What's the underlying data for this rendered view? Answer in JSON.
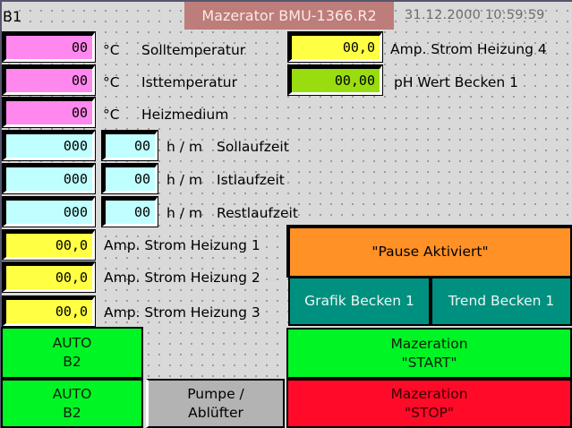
{
  "header": {
    "screen_id": "B1",
    "title": "Mazerator BMU-1366.R2",
    "datetime": "31.12.2000 10:59:59"
  },
  "colors": {
    "title_bg": "#bd7d7a",
    "temperature_field": "#ff88ee",
    "time_field": "#c0ffff",
    "current_field": "#ffff44",
    "ph_field": "#99dd11",
    "pause_button": "#ff9126",
    "nav_button": "#009080",
    "start_button": "#00f525",
    "stop_button": "#ff0a29",
    "pump_button": "#b3b3b3",
    "background": "#d9d9d9"
  },
  "temperatures": [
    {
      "value": "00",
      "unit": "°C",
      "label": "Solltemperatur"
    },
    {
      "value": "00",
      "unit": "°C",
      "label": "Isttemperatur"
    },
    {
      "value": "00",
      "unit": "°C",
      "label": "Heizmedium"
    }
  ],
  "runtimes": [
    {
      "hours": "000",
      "minutes": "00",
      "unit": "h / m",
      "label": "Sollaufzeit"
    },
    {
      "hours": "000",
      "minutes": "00",
      "unit": "h / m",
      "label": "Istlaufzeit"
    },
    {
      "hours": "000",
      "minutes": "00",
      "unit": "h / m",
      "label": "Restlaufzeit"
    }
  ],
  "currents": [
    {
      "value": "00,0",
      "label": "Amp. Strom Heizung 1"
    },
    {
      "value": "00,0",
      "label": "Amp. Strom Heizung 2"
    },
    {
      "value": "00,0",
      "label": "Amp. Strom Heizung 3"
    }
  ],
  "right_values": {
    "current4": {
      "value": "00,0",
      "label": "Amp. Strom Heizung 4"
    },
    "ph": {
      "value": "00,00",
      "label": "pH Wert Becken 1"
    }
  },
  "buttons": {
    "pause": "\"Pause Aktiviert\"",
    "grafik": "Grafik Becken 1",
    "trend": "Trend Becken 1",
    "auto1": {
      "line1": "AUTO",
      "line2": "B2"
    },
    "auto2": {
      "line1": "AUTO",
      "line2": "B2"
    },
    "pump": {
      "line1": "Pumpe /",
      "line2": "Ablüfter"
    },
    "start": {
      "line1": "Mazeration",
      "line2": "\"START\""
    },
    "stop": {
      "line1": "Mazeration",
      "line2": "\"STOP\""
    }
  }
}
